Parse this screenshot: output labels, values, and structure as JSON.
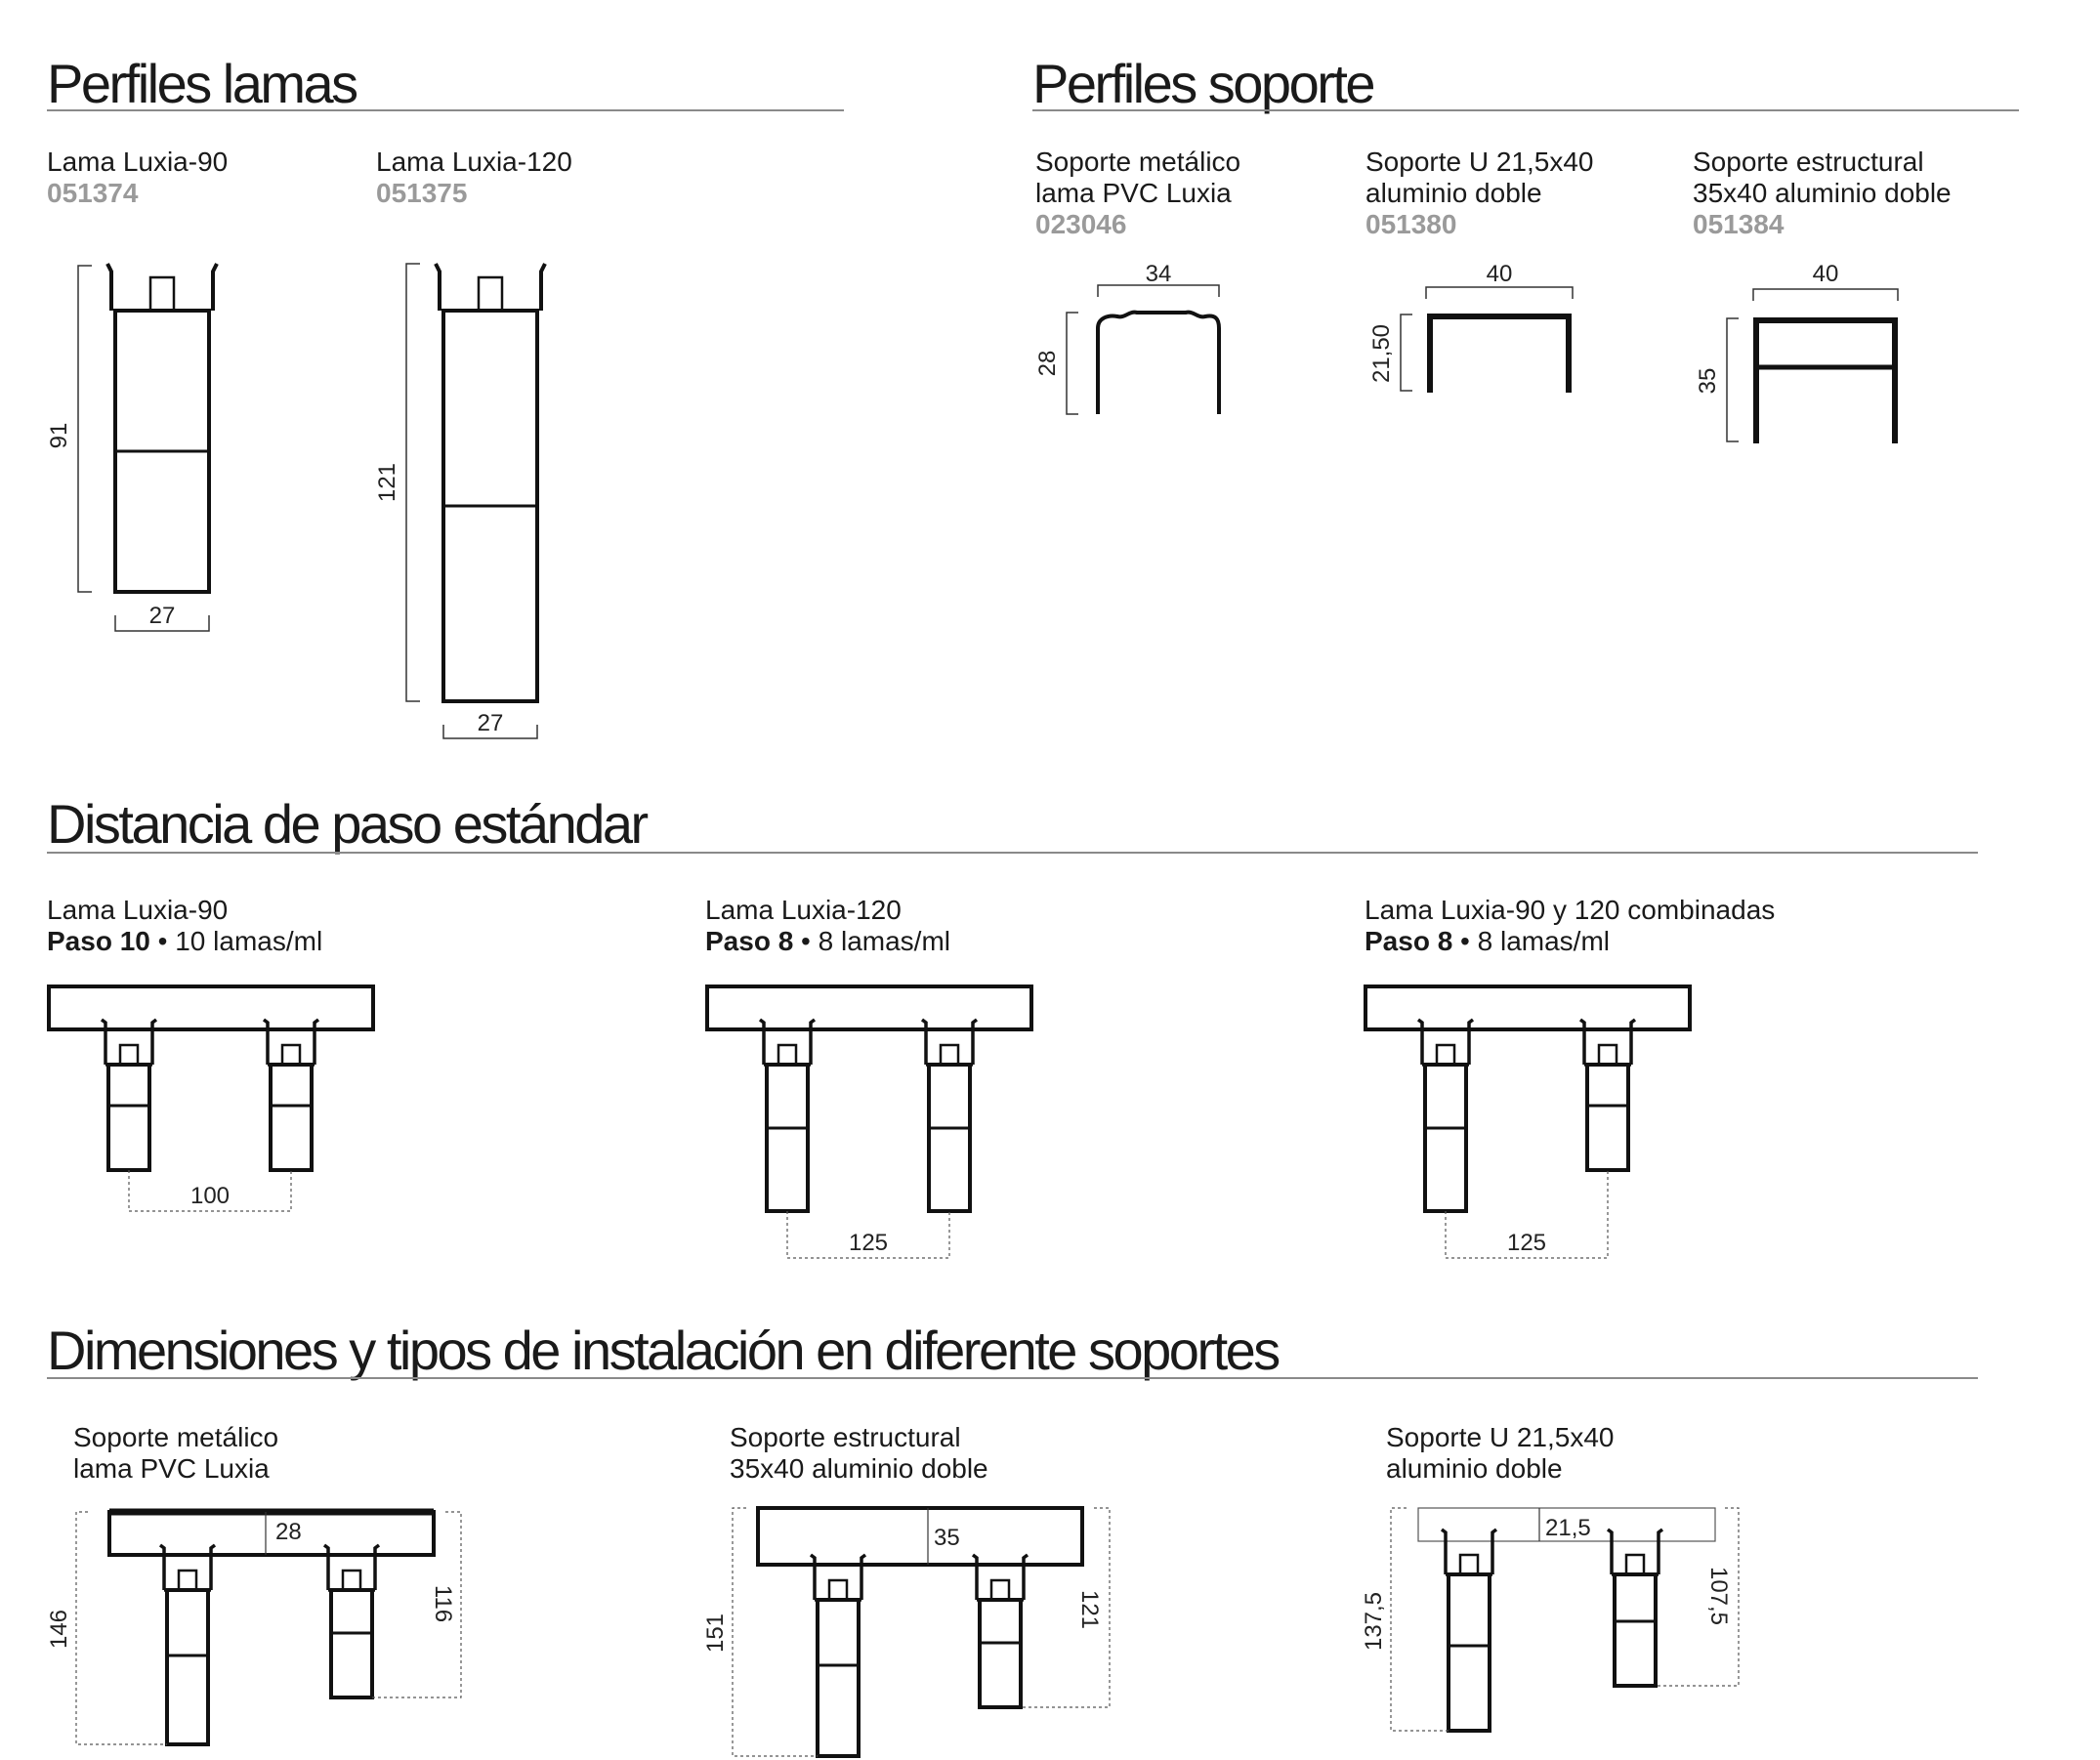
{
  "sections": {
    "perfiles_lamas": {
      "title": "Perfiles lamas",
      "items": [
        {
          "name": "Lama Luxia-90",
          "code": "051374",
          "dim_height": "91",
          "dim_width": "27"
        },
        {
          "name": "Lama Luxia-120",
          "code": "051375",
          "dim_height": "121",
          "dim_width": "27"
        }
      ]
    },
    "perfiles_soporte": {
      "title": "Perfiles soporte",
      "items": [
        {
          "line1": "Soporte metálico",
          "line2": "lama PVC Luxia",
          "code": "023046",
          "dim_width": "34",
          "dim_height": "28"
        },
        {
          "line1": "Soporte U 21,5x40",
          "line2": "aluminio doble",
          "code": "051380",
          "dim_width": "40",
          "dim_height": "21,50"
        },
        {
          "line1": "Soporte estructural",
          "line2": "35x40 aluminio doble",
          "code": "051384",
          "dim_width": "40",
          "dim_height": "35"
        }
      ]
    },
    "distancia_paso": {
      "title": "Distancia de paso estándar",
      "items": [
        {
          "name": "Lama Luxia-90",
          "paso": "Paso 10",
          "rest": " • 10 lamas/ml",
          "spacing": "100"
        },
        {
          "name": "Lama Luxia-120",
          "paso": "Paso 8",
          "rest": " • 8 lamas/ml",
          "spacing": "125"
        },
        {
          "name": "Lama Luxia-90 y 120 combinadas",
          "paso": "Paso 8",
          "rest": " • 8 lamas/ml",
          "spacing": "125"
        }
      ]
    },
    "dimensiones": {
      "title": "Dimensiones y tipos de instalación en diferente soportes",
      "items": [
        {
          "line1": "Soporte metálico",
          "line2": "lama PVC Luxia",
          "support_dim": "28",
          "left_dim": "146",
          "right_dim": "116"
        },
        {
          "line1": "Soporte estructural",
          "line2": "35x40 aluminio doble",
          "support_dim": "35",
          "left_dim": "151",
          "right_dim": "121"
        },
        {
          "line1": "Soporte U 21,5x40",
          "line2": "aluminio doble",
          "support_dim": "21,5",
          "left_dim": "137,5",
          "right_dim": "107,5"
        }
      ]
    }
  }
}
